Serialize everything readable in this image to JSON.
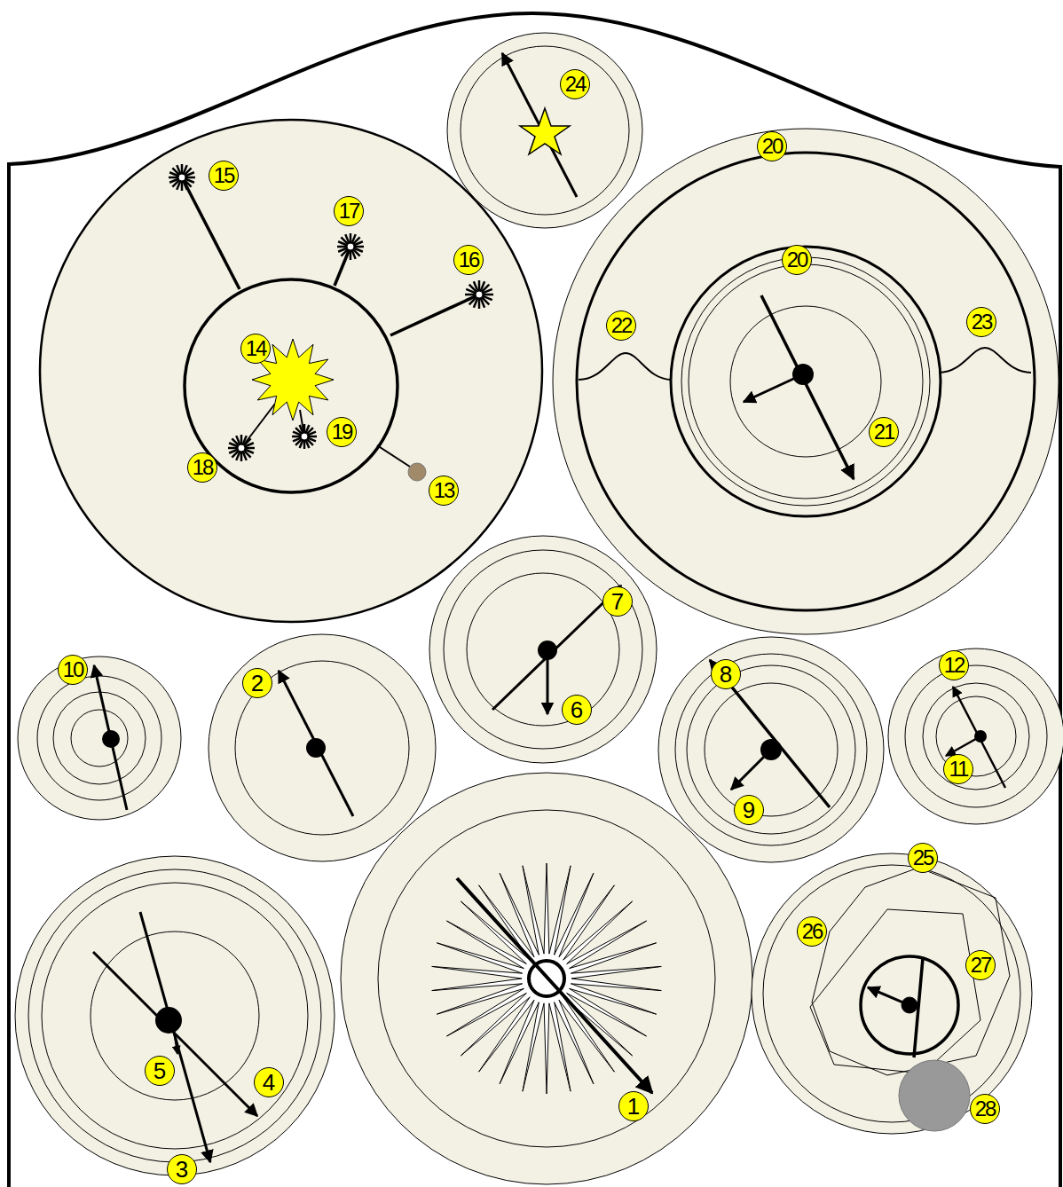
{
  "diagram": {
    "labels": [
      "24",
      "20",
      "15",
      "17",
      "16",
      "20",
      "22",
      "23",
      "14",
      "19",
      "21",
      "18",
      "13",
      "7",
      "10",
      "2",
      "8",
      "12",
      "6",
      "11",
      "9",
      "25",
      "26",
      "27",
      "5",
      "4",
      "1",
      "28",
      "3"
    ]
  }
}
